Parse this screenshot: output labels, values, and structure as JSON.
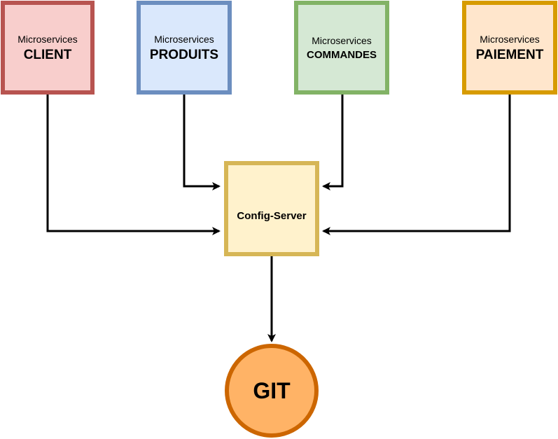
{
  "nodes": {
    "client": {
      "subtitle": "Microservices",
      "title": "CLIENT",
      "fill": "#f8cecc",
      "stroke": "#b85450"
    },
    "produits": {
      "subtitle": "Microservices",
      "title": "PRODUITS",
      "fill": "#dae8fc",
      "stroke": "#6c8ebf"
    },
    "commandes": {
      "subtitle": "Microservices",
      "title": "COMMANDES",
      "fill": "#d5e8d4",
      "stroke": "#82b366"
    },
    "paiement": {
      "subtitle": "Microservices",
      "title": "PAIEMENT",
      "fill": "#ffe6cc",
      "stroke": "#d79b00"
    },
    "config_server": {
      "title": "Config-Server",
      "fill": "#fff2cc",
      "stroke": "#d6b656"
    },
    "git": {
      "title": "GIT",
      "fill": "#ffb366",
      "stroke": "#cc6600"
    }
  },
  "edges": [
    {
      "from": "client",
      "to": "config_server"
    },
    {
      "from": "produits",
      "to": "config_server"
    },
    {
      "from": "commandes",
      "to": "config_server"
    },
    {
      "from": "paiement",
      "to": "config_server"
    },
    {
      "from": "config_server",
      "to": "git"
    }
  ]
}
